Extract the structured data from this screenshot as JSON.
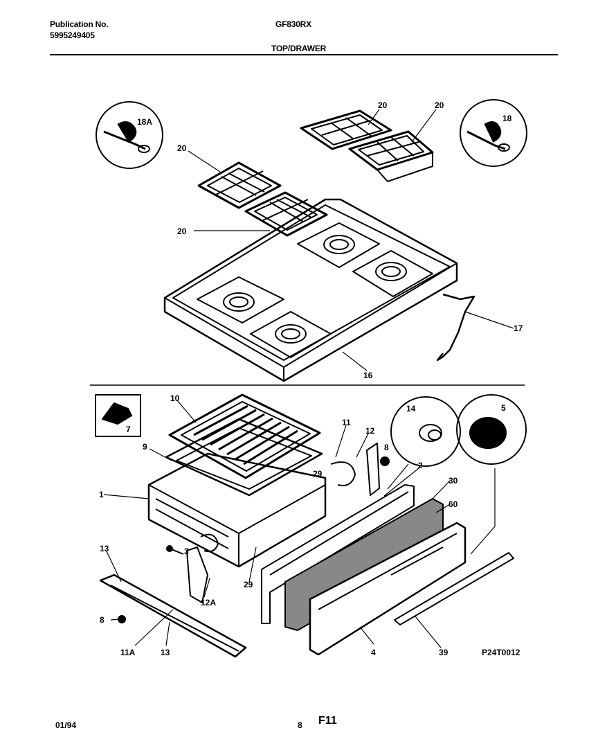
{
  "header": {
    "pub_label": "Publication No.",
    "pub_number": "5995249405",
    "model": "GF830RX",
    "section": "TOP/DRAWER"
  },
  "callouts": {
    "c18a": "18A",
    "c18": "18",
    "c20a": "20",
    "c20b": "20",
    "c20c": "20",
    "c20d": "20",
    "c17": "17",
    "c16": "16",
    "c7": "7",
    "c10": "10",
    "c9": "9",
    "c1": "1",
    "c11": "11",
    "c12": "12",
    "c8a": "8",
    "c14": "14",
    "c5": "5",
    "c2": "2",
    "c30": "30",
    "c60": "60",
    "c29a": "29",
    "c29b": "29",
    "c3": "3",
    "c13a": "13",
    "c12a": "12A",
    "c8b": "8",
    "c11a": "11A",
    "c13b": "13",
    "c4": "4",
    "c39": "39",
    "drawing_id": "P24T0012"
  },
  "footer": {
    "date": "01/94",
    "page": "8",
    "figure": "F11"
  }
}
